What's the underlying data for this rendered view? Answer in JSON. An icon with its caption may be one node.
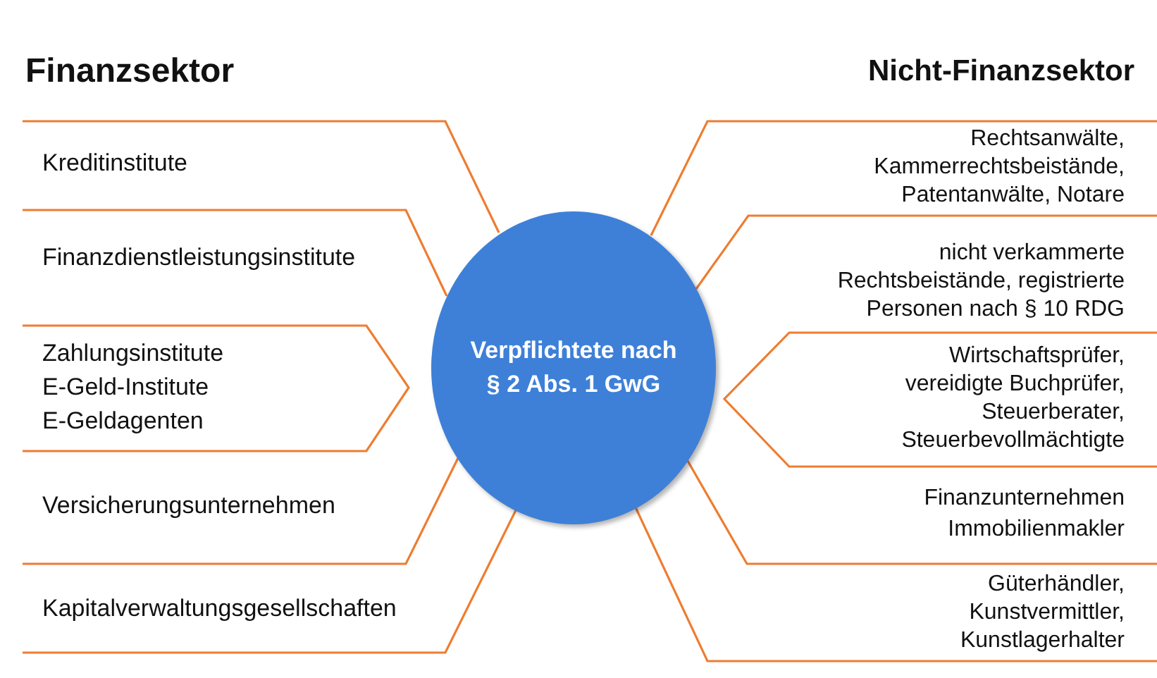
{
  "diagram": {
    "nodes": [
      {
        "text": [
          "Kreditinstitute"
        ]
      },
      {
        "text": [
          "Finanzdienstleistungsinstitute"
        ]
      },
      {
        "text": [
          "Zahlungsinstitute",
          "E-Geld-Institute",
          "E-Geldagenten"
        ]
      },
      {
        "text": [
          "Versicherungsunternehmen"
        ]
      },
      {
        "text": [
          "Kapitalverwaltungsgesellschaften"
        ]
      },
      {
        "text": [
          "Verpflichtete nach § 2 Abs. 1 GwG"
        ]
      },
      {
        "text": [
          "Rechtsanwälte, Kammerrechtsbeistände, Patentanwälte, Notare"
        ]
      },
      {
        "text": [
          "nicht verkammerte Rechtsbeistände, registrierte Personen nach § 10 RDG"
        ]
      },
      {
        "text": [
          "Wirtschaftsprüfer, vereidigte Buchprüfer, Steuerberater, Steuerbevollmächtigte"
        ]
      },
      {
        "text": [
          "Finanzunternehmen",
          "Immobilienmakler"
        ]
      },
      {
        "text": [
          "Güterhändler, Kunstvermittler, Kunstlagerhalter"
        ]
      }
    ],
    "labels": [
      "Finanzsektor",
      "Nicht-Finanzsektor"
    ]
  }
}
